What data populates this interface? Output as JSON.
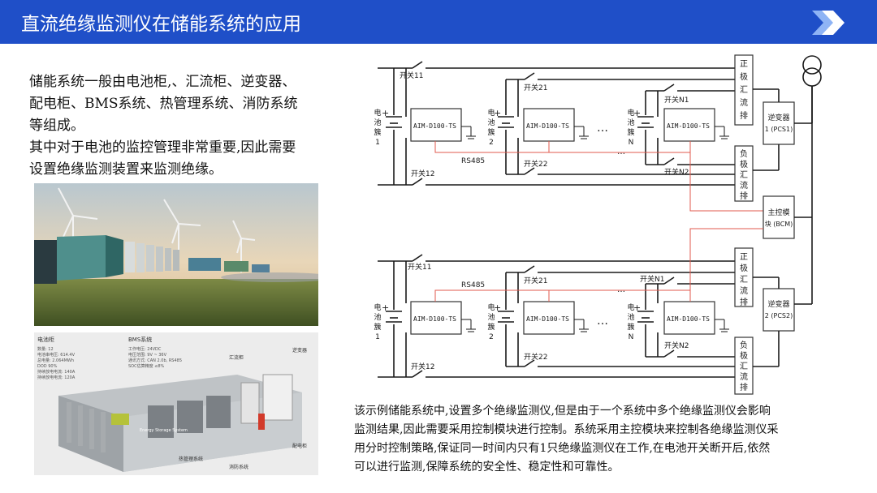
{
  "header": {
    "title": "直流绝缘监测仪在储能系统的应用",
    "accent": "#1f4fc8"
  },
  "intro": {
    "p1": "储能系统一般由电池柜,、汇流柜、逆变器、配电柜、BMS系统、热管理系统、消防系统等组成。",
    "p2": "其中对于电池的监控管理非常重要,因此需要设置绝缘监测装置来监测绝缘。"
  },
  "cutaway": {
    "battery_cabinet_title": "电池柜",
    "battery_specs": [
      "数量: 12",
      "电池串电压: 614.4V",
      "总电量: 2.064MWh",
      "DOD 90%",
      "持续放电电流: 140A",
      "持续放电电流: 120A"
    ],
    "bms_title": "BMS系统",
    "bms_specs": [
      "工作电压: 24VDC",
      "电压范围: 9V ~ 36V",
      "通讯方式: CAN 2.0b, RS485",
      "SOC估算精度 ≤8%"
    ],
    "combiner": "汇流柜",
    "inverter": "逆变器",
    "thermal": "热管理系统",
    "fire": "消防系统",
    "distribution": "配电柜",
    "panel_text": "Energy Storage System"
  },
  "diagram": {
    "device": "AIM-D100-TS",
    "top": {
      "switch11": "开关11",
      "switch21": "开关21",
      "switchN1": "开关N1",
      "switch12": "开关12",
      "switch22": "开关22",
      "switchN2": "开关N2",
      "cluster1": [
        "电",
        "池",
        "簇",
        "1"
      ],
      "cluster2": [
        "电",
        "池",
        "簇",
        "2"
      ],
      "clusterN": [
        "电",
        "池",
        "簇",
        "N"
      ],
      "rs485": "RS485",
      "pos_bus": [
        "正",
        "极",
        "汇",
        "流",
        "排"
      ],
      "neg_bus": [
        "负",
        "极",
        "汇",
        "流",
        "排"
      ],
      "inverter": [
        "逆变器",
        "1 (PCS1)"
      ]
    },
    "bottom": {
      "switch11": "开关11",
      "switch21": "开关21",
      "switchN1": "开关N1",
      "switch12": "开关12",
      "switch22": "开关22",
      "switchN2": "开关N2",
      "cluster1": [
        "电",
        "池",
        "簇",
        "1"
      ],
      "cluster2": [
        "电",
        "池",
        "簇",
        "2"
      ],
      "clusterN": [
        "电",
        "池",
        "簇",
        "N"
      ],
      "rs485": "RS485",
      "pos_bus": [
        "正",
        "极",
        "汇",
        "流",
        "排"
      ],
      "neg_bus": [
        "负",
        "极",
        "汇",
        "流",
        "排"
      ],
      "inverter": [
        "逆变器",
        "2 (PCS2)"
      ]
    },
    "controller": [
      "主控模",
      "块 (BCM)"
    ],
    "ellipsis": "…",
    "colors": {
      "wire": "#1a1a1a",
      "comm": "#e05a4e"
    }
  },
  "description": {
    "lines": [
      "该示例储能系统中,设置多个绝缘监测仪,但是由于一个系统中多个绝缘监测仪会影响",
      "监测结果,因此需要采用控制模块进行控制。系统采用主控模块来控制各绝缘监测仪采",
      "用分时控制策略,保证同一时间内只有1只绝缘监测仪在工作,在电池开关断开后,依然",
      "可以进行监测,保障系统的安全性、稳定性和可靠性。"
    ]
  }
}
